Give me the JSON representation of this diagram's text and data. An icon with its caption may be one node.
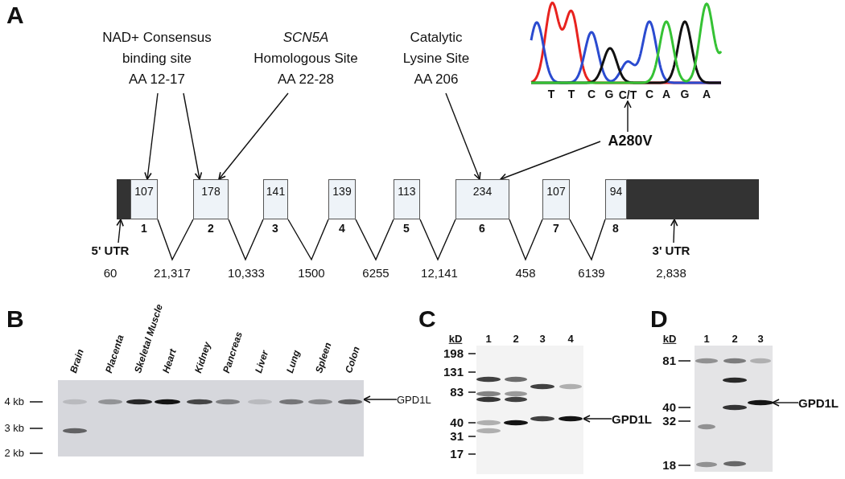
{
  "diagram": {
    "nodes": [
      {
        "text": [
          "NAD+ Consensus binding site",
          "AA 12-17"
        ]
      },
      {
        "text": [
          "*SCN5A* Homologous Site",
          "AA 22-28"
        ]
      },
      {
        "text": [
          "Catalytic Lysine Site",
          "AA 206"
        ]
      },
      {
        "text": [
          "C/T"
        ]
      },
      {
        "text": [
          "A280V"
        ]
      },
      {
        "text": [],
        "shape": "bar"
      },
      {
        "text": [
          "107"
        ],
        "beside": [
          "1"
        ]
      },
      {
        "text": [
          "178"
        ],
        "beside": [
          "2"
        ]
      },
      {
        "text": [
          "141"
        ],
        "beside": [
          "3"
        ]
      },
      {
        "text": [
          "139"
        ],
        "beside": [
          "4"
        ]
      },
      {
        "text": [
          "113"
        ],
        "beside": [
          "5"
        ]
      },
      {
        "text": [
          "234"
        ],
        "beside": [
          "6"
        ]
      },
      {
        "text": [
          "107"
        ],
        "beside": [
          "7"
        ]
      },
      {
        "text": [
          "94"
        ],
        "beside": [
          "8"
        ]
      },
      {
        "text": [],
        "shape": "bar"
      },
      {
        "text": [
          "5' UTR"
        ],
        "beside": [
          "60"
        ]
      },
      {
        "text": [
          "3' UTR"
        ],
        "beside": [
          "2,838"
        ]
      },
      {
        "text": [],
        "shape": "picture"
      },
      {
        "text": [
          "GPD1L"
        ]
      },
      {
        "text": [],
        "shape": "picture"
      },
      {
        "text": [
          "GPD1L"
        ]
      },
      {
        "text": [],
        "shape": "picture"
      },
      {
        "text": [
          "GPD1L"
        ]
      }
    ],
    "edges": [
      {
        "from": 0,
        "to": 6,
        "arrow": "to"
      },
      {
        "from": 0,
        "to": 7,
        "arrow": "to"
      },
      {
        "from": 1,
        "to": 7,
        "arrow": "to"
      },
      {
        "from": 2,
        "to": 11,
        "arrow": "to"
      },
      {
        "from": 4,
        "to": 11,
        "arrow": "to"
      },
      {
        "from": 4,
        "to": 3,
        "arrow": "to"
      },
      {
        "from": 15,
        "to": 5,
        "arrow": "to"
      },
      {
        "from": 16,
        "to": 14,
        "arrow": "to"
      },
      {
        "from": 6,
        "to": 7,
        "arrow": "none",
        "label": "21,317"
      },
      {
        "from": 7,
        "to": 8,
        "arrow": "none",
        "label": "10,333"
      },
      {
        "from": 8,
        "to": 9,
        "arrow": "none",
        "label": "1500"
      },
      {
        "from": 9,
        "to": 10,
        "arrow": "none",
        "label": "6255"
      },
      {
        "from": 10,
        "to": 11,
        "arrow": "none",
        "label": "12,141"
      },
      {
        "from": 11,
        "to": 12,
        "arrow": "none",
        "label": "458"
      },
      {
        "from": 12,
        "to": 13,
        "arrow": "none",
        "label": "6139"
      },
      {
        "from": 18,
        "to": 17,
        "arrow": "to"
      },
      {
        "from": 20,
        "to": 19,
        "arrow": "to"
      },
      {
        "from": 22,
        "to": 21,
        "arrow": "to"
      }
    ],
    "labels": [
      "A",
      "T",
      "T",
      "C",
      "G",
      "C",
      "A",
      "G",
      "A",
      "B",
      "Brain",
      "Placenta",
      "Skeletal Muscle",
      "Heart",
      "Kidney",
      "Pancreas",
      "Liver",
      "Lung",
      "Spleen",
      "Colon",
      "4 kb",
      "3 kb",
      "2 kb",
      "C",
      "kD",
      "1",
      "2",
      "3",
      "4",
      "198",
      "131",
      "83",
      "40",
      "31",
      "17",
      "D",
      "kD",
      "1",
      "2",
      "3",
      "81",
      "40",
      "32",
      "18"
    ]
  }
}
